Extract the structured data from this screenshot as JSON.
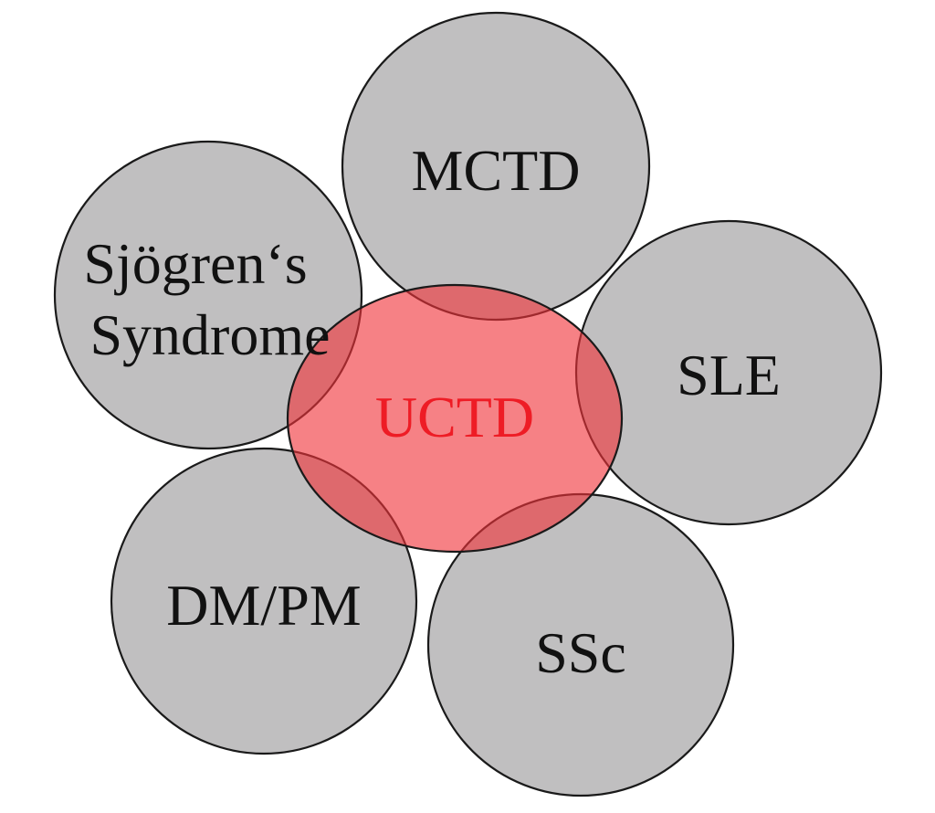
{
  "colors": {
    "outer_fill": "#c0bfc0",
    "outer_stroke": "#1a1a1a",
    "center_fill": "#f0333a",
    "center_label": "#ee1c25",
    "outer_label": "#111111",
    "background": "#ffffff"
  },
  "outer_diseases": [
    {
      "id": "mctd",
      "label_lines": [
        "MCTD"
      ]
    },
    {
      "id": "sle",
      "label_lines": [
        "SLE"
      ]
    },
    {
      "id": "ssc",
      "label_lines": [
        "SSc"
      ]
    },
    {
      "id": "dm-pm",
      "label_lines": [
        "DM/PM"
      ]
    },
    {
      "id": "sjogrens",
      "label_lines": [
        "Sjögren‘s",
        "Syndrome"
      ]
    }
  ],
  "center": {
    "label": "UCTD"
  }
}
